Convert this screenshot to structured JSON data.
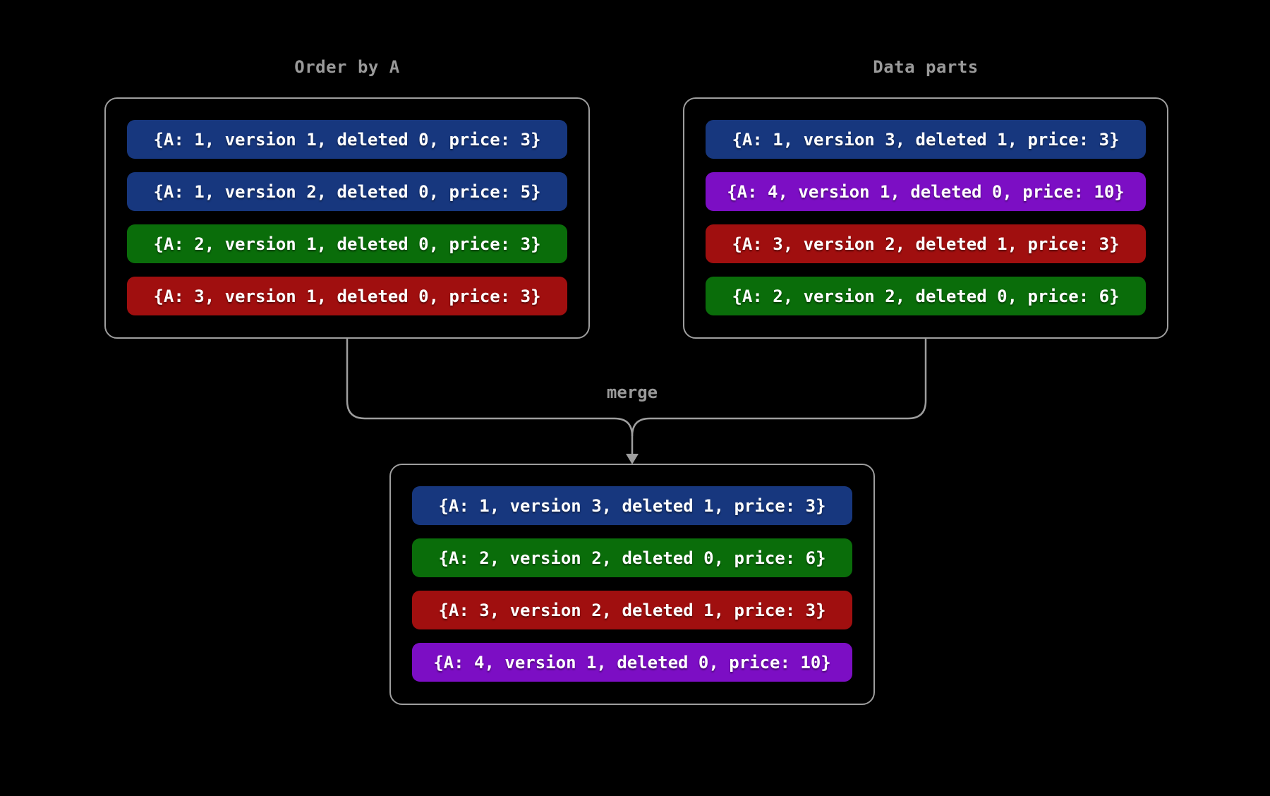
{
  "colors": {
    "blue": "#17377e",
    "green": "#0a6d0a",
    "red": "#a00f0f",
    "purple": "#7c0ec4",
    "line": "#9e9e9e",
    "label": "#9a9a9a",
    "background": "#000000",
    "row_text": "#ffffff"
  },
  "left_panel": {
    "title": "Order by A",
    "rows": [
      {
        "color": "blue",
        "text": "{A: 1, version 1, deleted 0, price: 3}"
      },
      {
        "color": "blue",
        "text": "{A: 1, version 2, deleted 0, price: 5}"
      },
      {
        "color": "green",
        "text": "{A: 2, version 1, deleted 0, price: 3}"
      },
      {
        "color": "red",
        "text": "{A: 3, version 1, deleted 0, price: 3}"
      }
    ]
  },
  "right_panel": {
    "title": "Data parts",
    "rows": [
      {
        "color": "blue",
        "text": "{A: 1, version 3, deleted 1, price: 3}"
      },
      {
        "color": "purple",
        "text": "{A: 4, version 1, deleted 0, price: 10}"
      },
      {
        "color": "red",
        "text": "{A: 3, version 2, deleted 1, price: 3}"
      },
      {
        "color": "green",
        "text": "{A: 2, version 2, deleted 0, price: 6}"
      }
    ]
  },
  "merge": {
    "label": "merge"
  },
  "result_panel": {
    "rows": [
      {
        "color": "blue",
        "text": "{A: 1, version 3, deleted 1, price: 3}"
      },
      {
        "color": "green",
        "text": "{A: 2, version 2, deleted 0, price: 6}"
      },
      {
        "color": "red",
        "text": "{A: 3, version 2, deleted 1, price: 3}"
      },
      {
        "color": "purple",
        "text": "{A: 4, version 1, deleted 0, price: 10}"
      }
    ]
  }
}
